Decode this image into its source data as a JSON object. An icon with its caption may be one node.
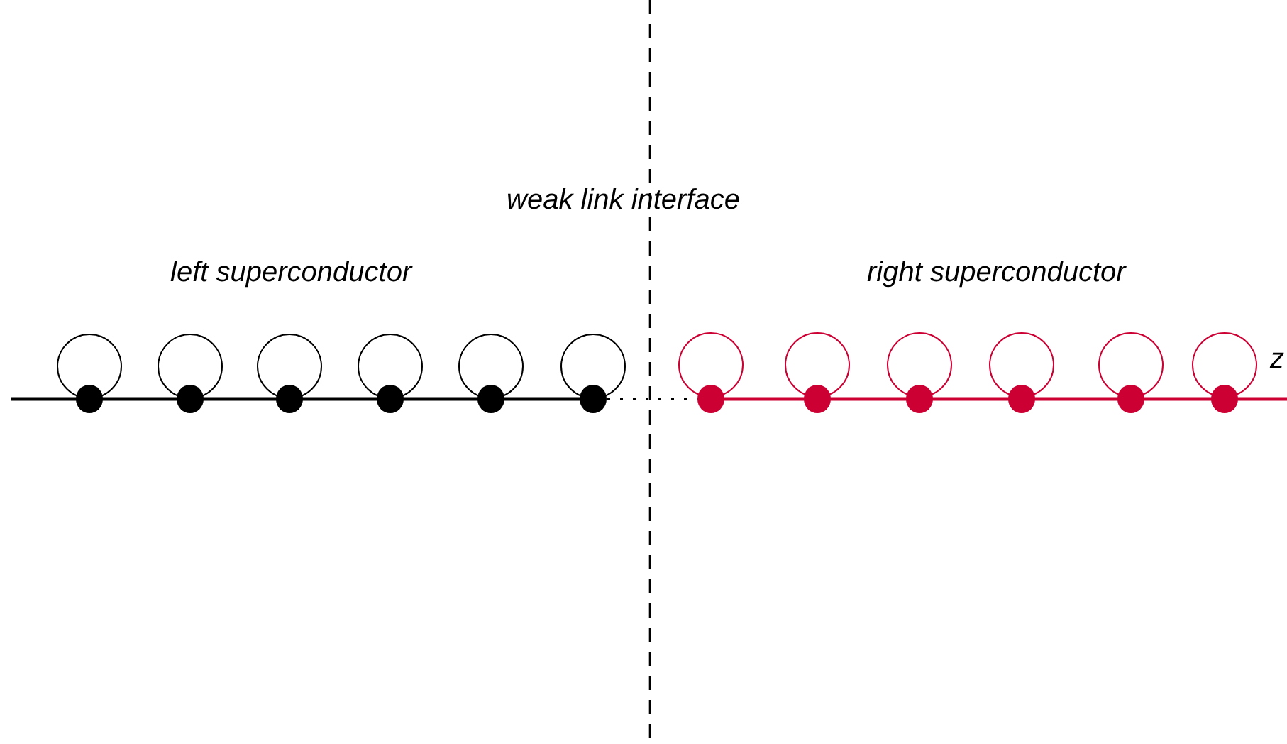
{
  "diagram": {
    "labels": [
      "weak link interface",
      "left superconductor",
      "right superconductor",
      "z"
    ]
  }
}
